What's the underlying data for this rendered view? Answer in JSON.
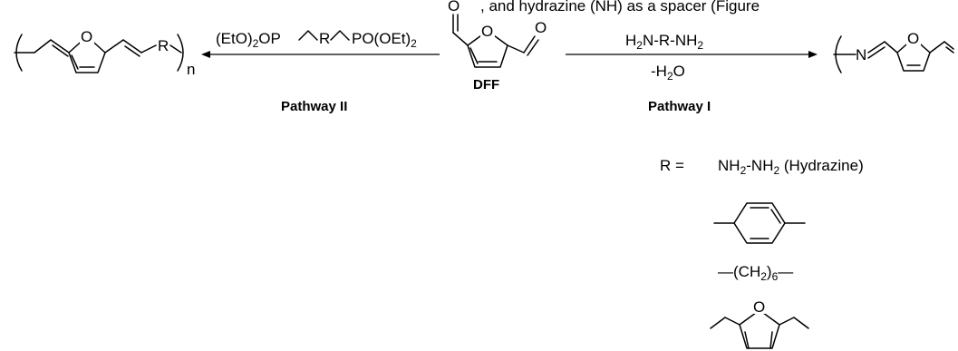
{
  "top_fragment": ", and hydrazine (NH) as a spacer (Figure",
  "dff_label": "DFF",
  "pathway_left": "Pathway II",
  "pathway_right": "Pathway I",
  "left_reagent": {
    "part1": "(EtO)",
    "sub1": "2",
    "part2": "OP",
    "r": "R",
    "part3": "PO(OEt)",
    "sub3": "2"
  },
  "right_reagent": {
    "top": "H",
    "top_sub1": "2",
    "top_mid": "N-R-NH",
    "top_sub2": "2",
    "bottom": "-H",
    "bottom_sub": "2",
    "bottom_end": "O"
  },
  "atoms": {
    "oxygen": "O",
    "nitrogen": "N",
    "r": "R",
    "n": "n"
  },
  "r_definition": {
    "label": "R =",
    "hydrazine_a": "NH",
    "hydrazine_sub1": "2",
    "hydrazine_b": "-NH",
    "hydrazine_sub2": "2",
    "hydrazine_c": " (Hydrazine)",
    "hexyl_a": "—(CH",
    "hexyl_sub": "2",
    "hexyl_b": ")",
    "hexyl_sub2": "6",
    "hexyl_c": "—"
  }
}
